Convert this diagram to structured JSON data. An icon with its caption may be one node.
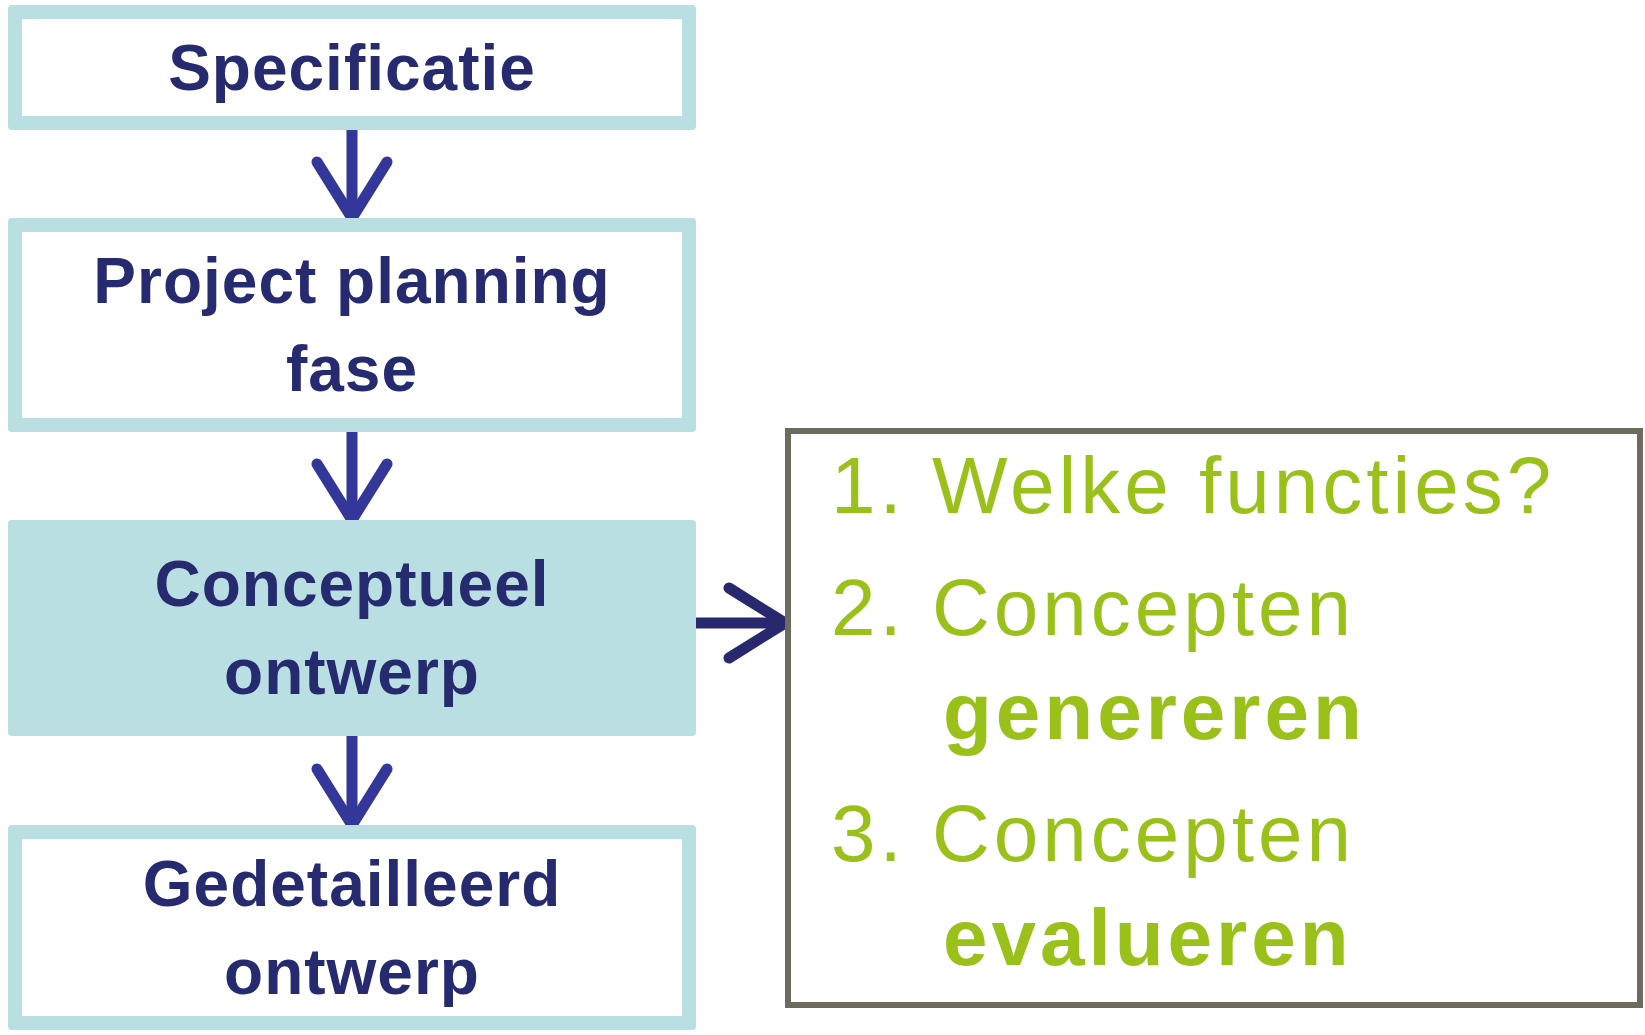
{
  "diagram": {
    "nodes": [
      {
        "text": [
          "Specificatie"
        ]
      },
      {
        "text": [
          "Project planning fase"
        ]
      },
      {
        "text": [
          "Conceptueel ontwerp"
        ]
      },
      {
        "text": [
          "Gedetailleerd ontwerp"
        ]
      },
      {
        "text": [
          "1. Welke functies?",
          "2. Concepten **genereren**",
          "3. Concepten **evalueren**"
        ]
      }
    ],
    "edges": [
      {
        "from": 0,
        "to": 1,
        "arrow": "to"
      },
      {
        "from": 1,
        "to": 2,
        "arrow": "to"
      },
      {
        "from": 2,
        "to": 3,
        "arrow": "to"
      },
      {
        "from": 2,
        "to": 4,
        "arrow": "to",
        "color": "#27286e"
      }
    ]
  }
}
